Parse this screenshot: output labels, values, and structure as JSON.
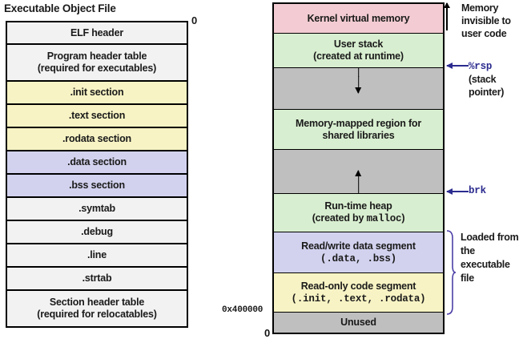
{
  "left_panel": {
    "title": "Executable Object File",
    "top_address_label": "0",
    "rows": [
      {
        "label": "ELF header",
        "label2": "",
        "color": "#f2f2f2",
        "height": 28
      },
      {
        "label": "Program header table",
        "label2": "(required for executables)",
        "color": "#f2f2f2",
        "height": 46
      },
      {
        "label": ".init section",
        "label2": "",
        "color": "#f7f3c4",
        "height": 29
      },
      {
        "label": ".text section",
        "label2": "",
        "color": "#f7f3c4",
        "height": 29
      },
      {
        "label": ".rodata section",
        "label2": "",
        "color": "#f7f3c4",
        "height": 29
      },
      {
        "label": ".data section",
        "label2": "",
        "color": "#d2d2ef",
        "height": 29
      },
      {
        "label": ".bss section",
        "label2": "",
        "color": "#d2d2ef",
        "height": 29
      },
      {
        "label": ".symtab",
        "label2": "",
        "color": "#f2f2f2",
        "height": 29
      },
      {
        "label": ".debug",
        "label2": "",
        "color": "#f2f2f2",
        "height": 29
      },
      {
        "label": ".line",
        "label2": "",
        "color": "#f2f2f2",
        "height": 29
      },
      {
        "label": ".strtab",
        "label2": "",
        "color": "#f2f2f2",
        "height": 29
      },
      {
        "label": "Section header table",
        "label2": "(required for relocatables)",
        "color": "#f2f2f2",
        "height": 44
      }
    ]
  },
  "right_panel": {
    "rows": [
      {
        "name": "kernel-virtual-memory",
        "label": "Kernel virtual memory",
        "label2": "",
        "color": "#f2ccd2",
        "height": 37
      },
      {
        "name": "user-stack",
        "label": "User stack",
        "label2": "(created at runtime)",
        "color": "#d8eed0",
        "height": 43
      },
      {
        "name": "stack-growth-gap",
        "label": "",
        "label2": "",
        "color": "#bfbfbf",
        "height": 52,
        "arrow": "down"
      },
      {
        "name": "memory-mapped-region",
        "label": "Memory-mapped region for",
        "label2": "shared libraries",
        "color": "#d8eed0",
        "height": 50
      },
      {
        "name": "heap-growth-gap",
        "label": "",
        "label2": "",
        "color": "#bfbfbf",
        "height": 55,
        "arrow": "up"
      },
      {
        "name": "run-time-heap",
        "label": "Run-time heap",
        "label2": "(created by malloc)",
        "label2_mono_part": "malloc",
        "color": "#d8eed0",
        "height": 48
      },
      {
        "name": "read-write-data-segment",
        "label": "Read/write data segment",
        "label2": "(.data, .bss)",
        "color": "#d2d2ef",
        "height": 51
      },
      {
        "name": "read-only-code-segment",
        "label": "Read-only code segment",
        "label2": "(.init, .text, .rodata)",
        "color": "#f7f3c4",
        "height": 49
      },
      {
        "name": "unused",
        "label": "Unused",
        "label2": "",
        "color": "#bfbfbf",
        "height": 25
      }
    ],
    "annotations": {
      "kernel_note": "Memory invisible to user code",
      "rsp_register": "%rsp",
      "rsp_sub1": "(stack",
      "rsp_sub2": "pointer)",
      "brk_label": "brk",
      "loaded_note": "Loaded from the executable file",
      "base_address": "0x400000",
      "bottom_address": "0"
    },
    "colors": {
      "arrow_blue": "#2b2b8f",
      "kernel_pink": "#f2ccd2",
      "green": "#d8eed0",
      "gray": "#bfbfbf",
      "lavender": "#d2d2ef",
      "yellow": "#f7f3c4",
      "light_gray": "#f2f2f2"
    }
  }
}
